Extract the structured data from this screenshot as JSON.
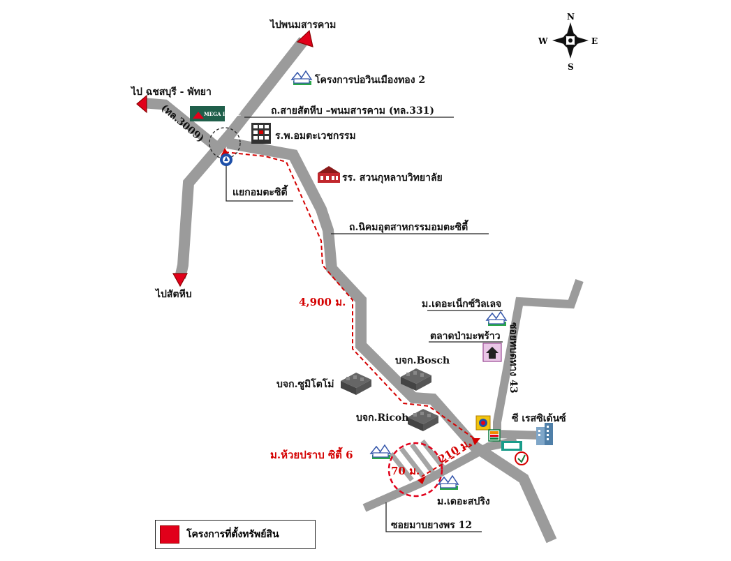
{
  "map": {
    "road_labels": {
      "to_phanom_sarakham": "ไปพนมสารคาม",
      "to_chonburi_pattaya": "ไป ฉชสบุรี - พัทยา",
      "to_sattahip": "ไปสัตหีบ",
      "route_3009": "(ทล.3009)",
      "sattahip_phanom_road": "ถ.สายสัตหีบ –พนมสารคาม (ทล.331)",
      "industrial_estate_road": "ถ.นิคมอุตสาหกรรมอมตะซิตี้",
      "intersection": "แยกอมตะซิตี้",
      "vertical_road_right": "ซอยทบดทาง 43",
      "soi_mab_yang_phon": "ซอยมาบยางพร 12"
    },
    "places": {
      "bo_win_project": "โครงการบ่อวินเมืองทอง 2",
      "mega_home": "MEGA HOME",
      "amata_hospital": "ร.พ.อมตะเวชกรรม",
      "suan_kularb_school": "รร. สวนกุหลาบวิทยาลัย",
      "the_next_village": "ม.เดอะเน็กซ์วิลเลจ",
      "coconut_market": "ตลาดป่ามะพร้าว",
      "bosch": "บจก.Bosch",
      "sumitomo": "บจก.ซูมิโตโม่",
      "ricoh": "บจก.Ricoh",
      "c_residence": "ซี เรสซิเด้นซ์",
      "the_spring": "ม.เดอะสปริง",
      "huai_prab_city": "ม.ห้วยปราบ ซิตี้ 6"
    },
    "distances": {
      "main": "4,900 ม.",
      "second": "210 ม.",
      "third": "70 ม."
    },
    "compass": {
      "n": "N",
      "s": "S",
      "e": "E",
      "w": "W"
    },
    "colors": {
      "road": "#9b9b9b",
      "route": "#d40000",
      "arrow": "#e1001a",
      "project": "#e1001a"
    }
  },
  "legend": {
    "label": "โครงการที่ตั้งทรัพย์สิน"
  }
}
